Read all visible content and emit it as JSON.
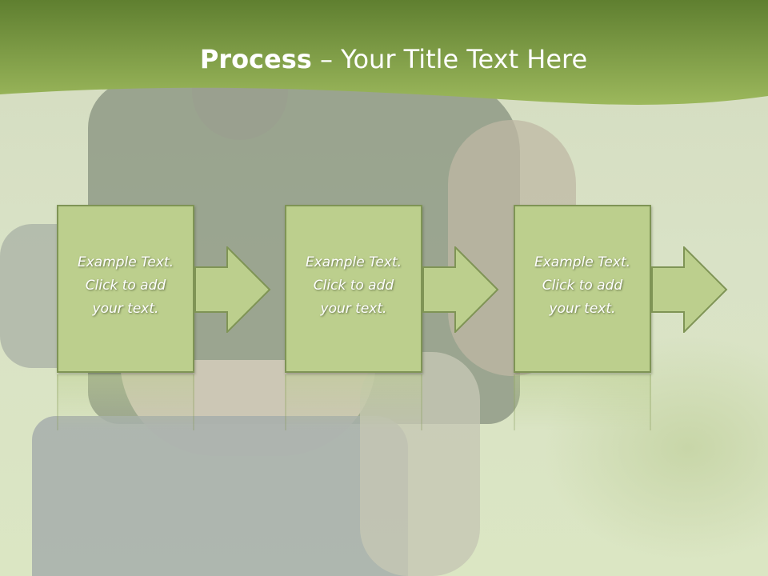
{
  "slide": {
    "title_bold": "Process",
    "title_rest": " – Your Title Text Here",
    "steps": [
      {
        "line1": "Example Text.",
        "line2": "Click  to add",
        "line3": "your text."
      },
      {
        "line1": "Example Text.",
        "line2": "Click  to add",
        "line3": "your text."
      },
      {
        "line1": "Example Text.",
        "line2": "Click  to add",
        "line3": "your text."
      }
    ]
  },
  "colors": {
    "header_dark": "#6a8a37",
    "header_light": "#9ab65a",
    "box_fill": "#bccf8d",
    "box_border": "#7f9455",
    "text": "#ffffff"
  }
}
